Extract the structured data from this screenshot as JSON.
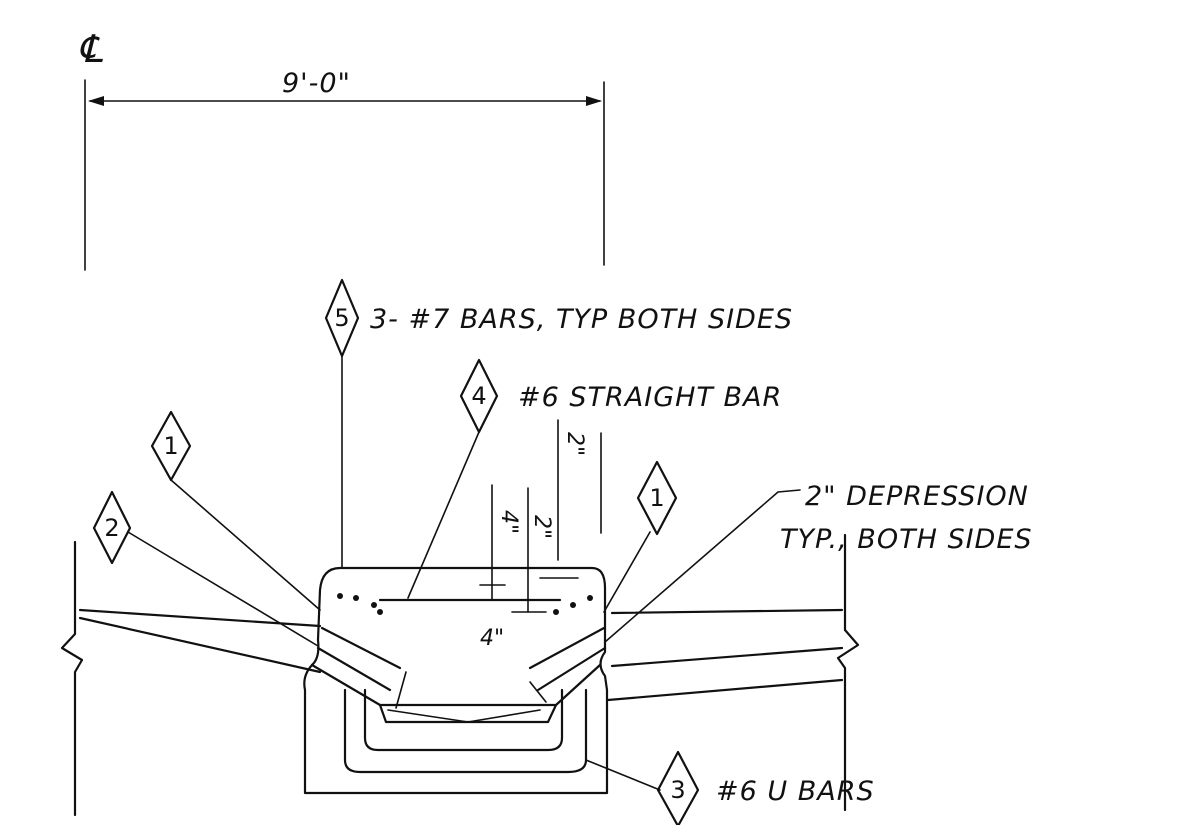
{
  "centerline_symbol": "℄",
  "top_dimension": "9'-0\"",
  "callouts": {
    "c5": {
      "num": "5",
      "text": "3- #7 BARS, TYP BOTH SIDES"
    },
    "c4": {
      "num": "4",
      "text": "#6 STRAIGHT BAR"
    },
    "c1_left": {
      "num": "1"
    },
    "c2": {
      "num": "2"
    },
    "c1_right": {
      "num": "1"
    },
    "c3": {
      "num": "3",
      "text": "#6 U BARS"
    }
  },
  "depression_note": {
    "line1": "2\" DEPRESSION",
    "line2": "TYP., BOTH SIDES"
  },
  "dims": {
    "d4_vert": "4\"",
    "d2_vert_a": "2\"",
    "d2_vert_b": "2\"",
    "d4_bottom": "4\""
  }
}
